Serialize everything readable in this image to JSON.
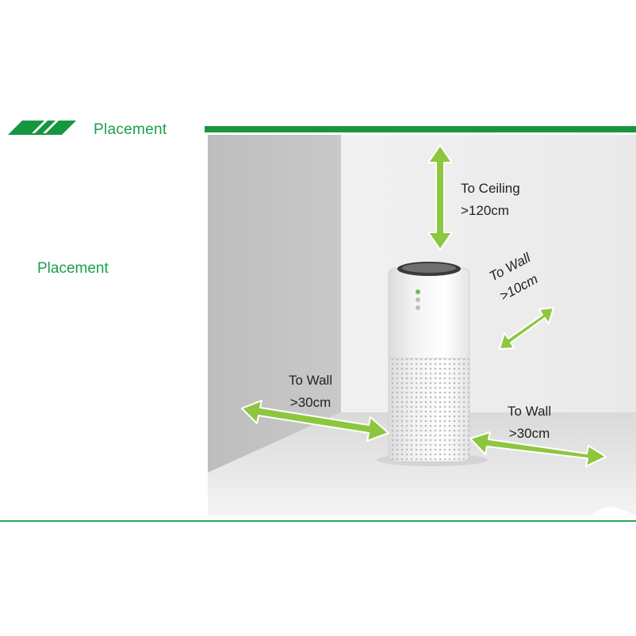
{
  "header": {
    "title": "Placement"
  },
  "side": {
    "title": "Placement"
  },
  "labels": {
    "ceiling_line1": "To Ceiling",
    "ceiling_line2": ">120cm",
    "left_line1": "To Wall",
    "left_line2": ">30cm",
    "right_line1": "To Wall",
    "right_line2": ">30cm",
    "back_line1": "To Wall",
    "back_line2": ">10cm"
  },
  "colors": {
    "brand_green": "#15963f",
    "arrow_green": "#8dc63f",
    "wall_gray": "#b9b9b9",
    "floor_gray": "#e4e4e4"
  },
  "icons": [
    "header-stripes-icon",
    "double-arrow-icon"
  ]
}
